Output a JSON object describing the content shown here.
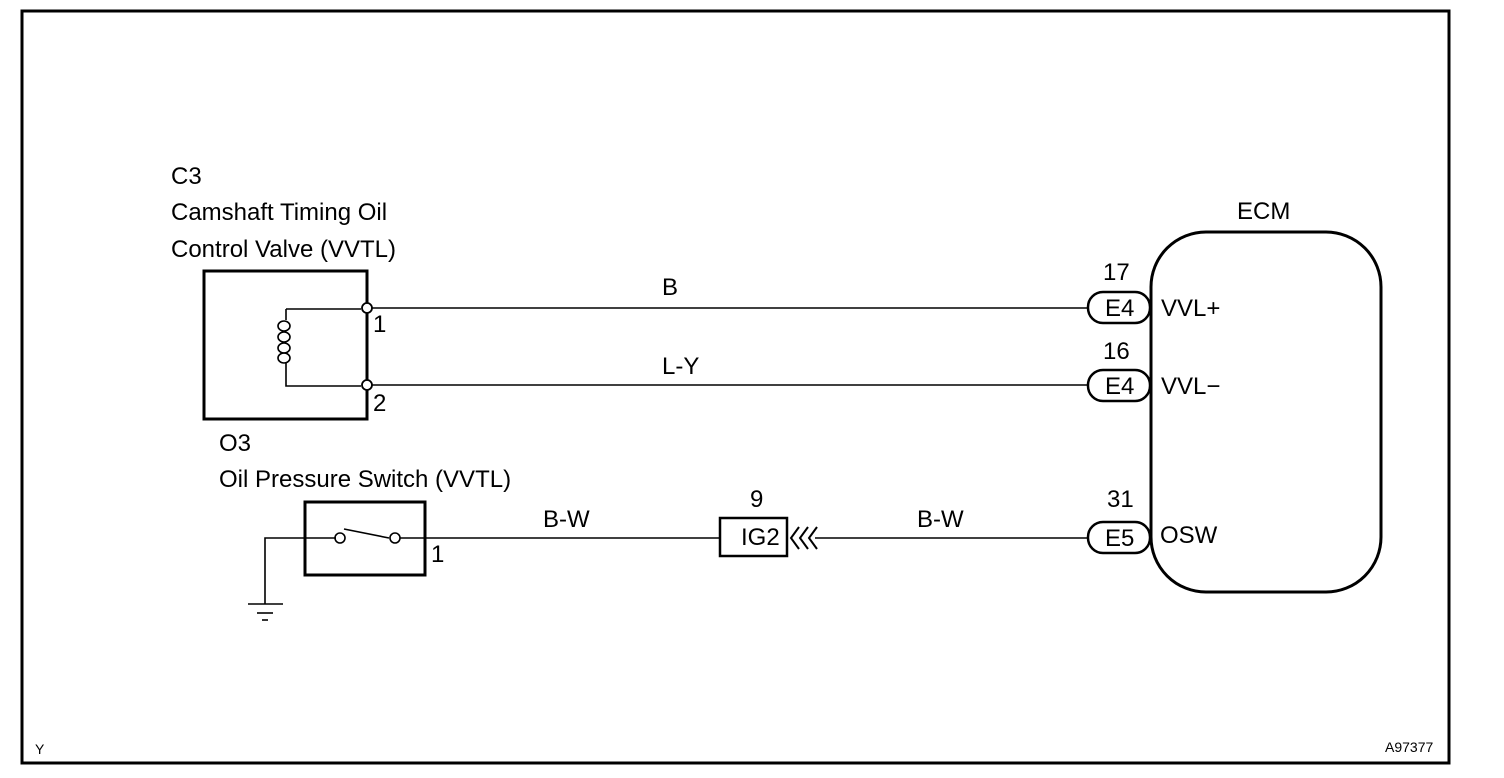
{
  "diagram": {
    "c3": {
      "code": "C3",
      "name_line1": "Camshaft Timing Oil",
      "name_line2": "Control Valve (VVTL)",
      "pin1": "1",
      "pin2": "2"
    },
    "o3": {
      "code": "O3",
      "name": "Oil Pressure Switch (VVTL)",
      "pin1": "1"
    },
    "wires": {
      "w1_color": "B",
      "w2_color": "L-Y",
      "w3_color": "B-W",
      "w4_color": "B-W"
    },
    "junction": {
      "pin": "9",
      "label": "IG2"
    },
    "ecm": {
      "title": "ECM",
      "pins": [
        {
          "number": "17",
          "connector": "E4",
          "signal": "VVL+"
        },
        {
          "number": "16",
          "connector": "E4",
          "signal": "VVL−"
        },
        {
          "number": "31",
          "connector": "E5",
          "signal": "OSW"
        }
      ]
    },
    "corner_left": "Y",
    "figure_id": "A97377"
  }
}
